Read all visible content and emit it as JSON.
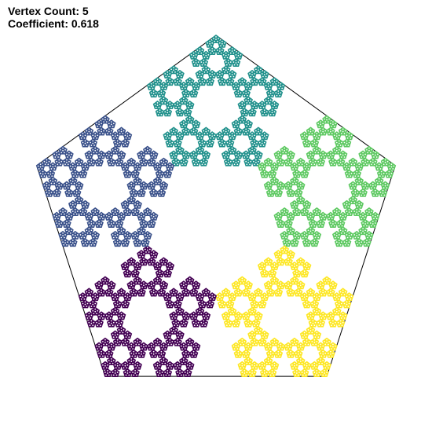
{
  "info": {
    "vertex_label": "Vertex Count: 5",
    "coefficient_label": "Coefficient: 0.618"
  },
  "figure": {
    "vertex_count": 5,
    "coefficient": 0.618,
    "recursion_depth": 4,
    "outline_color": "#000000",
    "background": "#ffffff",
    "vertex_colors": [
      "#21918c",
      "#5ec962",
      "#fde725",
      "#440154",
      "#3b528b"
    ]
  }
}
